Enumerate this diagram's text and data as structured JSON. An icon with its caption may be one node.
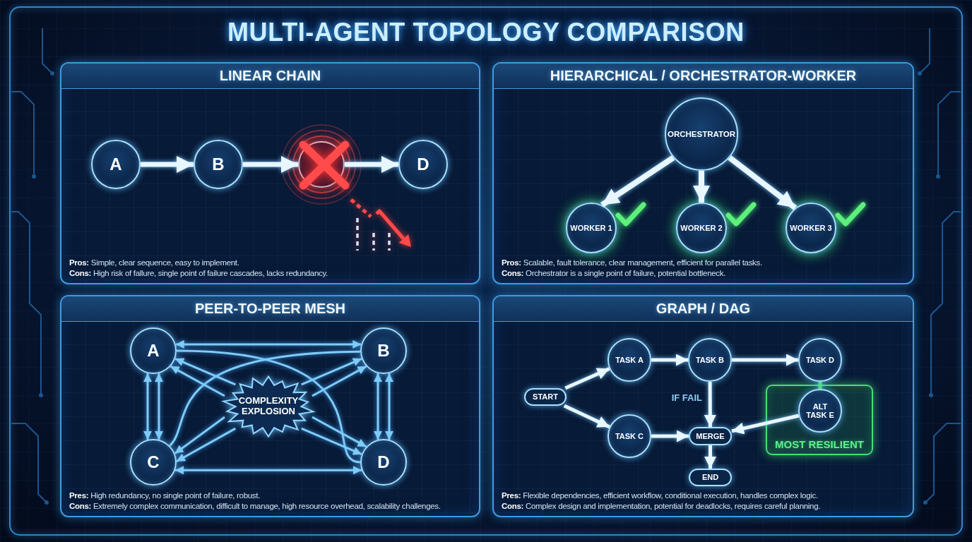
{
  "diagram": {
    "title": "MULTI-AGENT TOPOLOGY COMPARISON",
    "nodes": [
      {
        "text": [
          "LINEAR CHAIN",
          "**Pros:** Simple, clear sequence, easy to implement.",
          "**Cons:** High risk of fallure, single point of failure cascades, lacks redundancy."
        ]
      },
      {
        "text": [
          "A"
        ],
        "in": 0
      },
      {
        "text": [
          "B"
        ],
        "in": 0
      },
      {
        "text": [],
        "shape": "circle",
        "in": 0
      },
      {
        "text": [
          "D"
        ],
        "in": 0
      },
      {
        "text": [
          "HIERARCHICAL / ORCHESTRATOR-WORKER",
          "**Pros:** Scalable, fault tolerance, clear management, efficient for parallel tasks.",
          "**Cons:** Orchestrator is a single point of failure, potential bottleneck."
        ]
      },
      {
        "text": [
          "ORCHESTRATOR"
        ],
        "in": 5
      },
      {
        "text": [
          "WORKER 1"
        ],
        "in": 5
      },
      {
        "text": [
          "WORKER 2"
        ],
        "in": 5
      },
      {
        "text": [
          "WORKER 3"
        ],
        "in": 5
      },
      {
        "text": [
          "PEER-TO-PEER MESH",
          "**Pres:** High redundancy, no single point of failure, robust.",
          "**Cons:** Extremely complex communication, difficult to manage, high resource overhead, scalability challenges."
        ]
      },
      {
        "text": [
          "A"
        ],
        "in": 10
      },
      {
        "text": [
          "B"
        ],
        "in": 10
      },
      {
        "text": [
          "COMPLEXITY EXPLOSION"
        ],
        "in": 10
      },
      {
        "text": [
          "C"
        ],
        "in": 10
      },
      {
        "text": [
          "D"
        ],
        "in": 10
      },
      {
        "text": [
          "GRAPH / DAG",
          "**Pres:** Flexible dependencies, efficient workflow, conditional execution, handles complex logic.",
          "**Cons:** Complex design and implementation, potential for deadlocks, requires careful planning."
        ]
      },
      {
        "text": [
          "TASK A"
        ],
        "in": 16
      },
      {
        "text": [
          "TASK B"
        ],
        "in": 16
      },
      {
        "text": [
          "TASK D"
        ],
        "in": 16
      },
      {
        "text": [
          "START"
        ],
        "in": 16
      },
      {
        "text": [
          "MOST RESILIENT"
        ],
        "in": 16
      },
      {
        "text": [
          "ALT TASK E"
        ],
        "in": 21
      },
      {
        "text": [
          "TASK C"
        ],
        "in": 16
      },
      {
        "text": [
          "MERGE"
        ],
        "in": 16
      },
      {
        "text": [
          "END"
        ],
        "in": 16
      }
    ],
    "edges": [
      {
        "from": 1,
        "to": 2,
        "arrow": "to",
        "style": "thick",
        "color": "#e8f6ff"
      },
      {
        "from": 2,
        "to": 3,
        "arrow": "to",
        "style": "thick",
        "color": "#e8f6ff"
      },
      {
        "from": 3,
        "to": 4,
        "arrow": "to",
        "style": "thick",
        "color": "#e8f6ff"
      },
      {
        "from": 6,
        "to": 7,
        "arrow": "to",
        "style": "thick",
        "color": "#e8f6ff"
      },
      {
        "from": 6,
        "to": 8,
        "arrow": "to",
        "style": "thick",
        "color": "#e8f6ff"
      },
      {
        "from": 6,
        "to": 9,
        "arrow": "to",
        "style": "thick",
        "color": "#e8f6ff"
      },
      {
        "from": 11,
        "to": 12,
        "arrow": "both"
      },
      {
        "from": 11,
        "to": 14,
        "arrow": "both"
      },
      {
        "from": 11,
        "to": 14,
        "arrow": "both"
      },
      {
        "from": 12,
        "to": 15,
        "arrow": "both"
      },
      {
        "from": 12,
        "to": 15,
        "arrow": "both"
      },
      {
        "from": 11,
        "to": 15,
        "arrow": "none"
      },
      {
        "from": 12,
        "to": 14,
        "arrow": "none"
      },
      {
        "from": 13,
        "to": 11,
        "arrow": "to"
      },
      {
        "from": 13,
        "to": 11,
        "arrow": "to"
      },
      {
        "from": 13,
        "to": 12,
        "arrow": "to"
      },
      {
        "from": 13,
        "to": 12,
        "arrow": "to"
      },
      {
        "from": 13,
        "to": 14,
        "arrow": "to"
      },
      {
        "from": 13,
        "to": 14,
        "arrow": "to"
      },
      {
        "from": 13,
        "to": 15,
        "arrow": "to"
      },
      {
        "from": 13,
        "to": 15,
        "arrow": "to"
      },
      {
        "from": 14,
        "to": 15,
        "arrow": "both"
      },
      {
        "from": 20,
        "to": 17,
        "arrow": "to",
        "color": "#e8f6ff"
      },
      {
        "from": 20,
        "to": 23,
        "arrow": "to",
        "color": "#e8f6ff"
      },
      {
        "from": 17,
        "to": 18,
        "arrow": "to",
        "color": "#e8f6ff"
      },
      {
        "from": 18,
        "to": 19,
        "arrow": "to",
        "color": "#e8f6ff"
      },
      {
        "from": 18,
        "to": 24,
        "arrow": "to",
        "label": "IF FAIL",
        "color": "#e8f6ff"
      },
      {
        "from": 19,
        "to": 22,
        "arrow": "none",
        "color": "#4ade80"
      },
      {
        "from": 23,
        "to": 24,
        "arrow": "to",
        "color": "#e8f6ff"
      },
      {
        "from": 22,
        "to": 24,
        "arrow": "to",
        "color": "#e8f6ff"
      },
      {
        "from": 24,
        "to": 25,
        "arrow": "to",
        "color": "#e8f6ff"
      }
    ]
  }
}
